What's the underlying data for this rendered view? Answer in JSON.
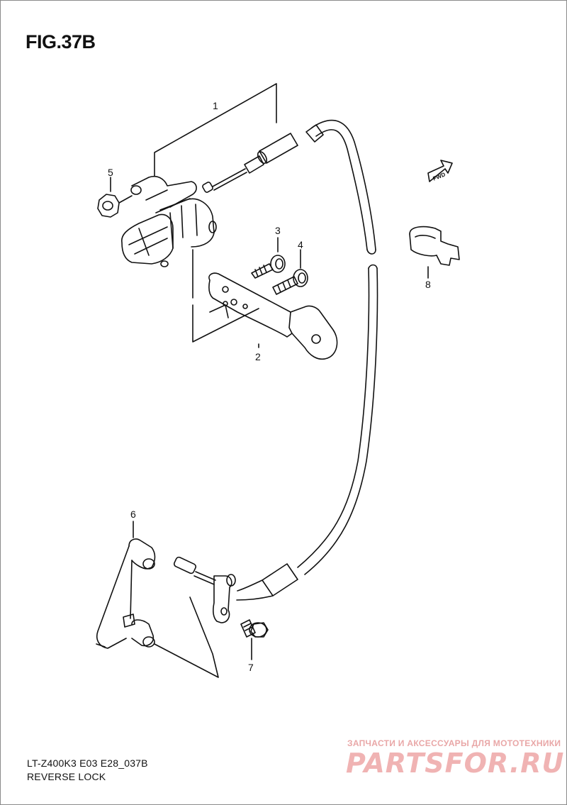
{
  "figure": {
    "title": "FIG.37B",
    "model_code": "LT-Z400K3 E03 E28_037B",
    "subtitle": "REVERSE LOCK",
    "fwd_label": "FWD"
  },
  "callouts": [
    {
      "id": "1",
      "label": "1"
    },
    {
      "id": "2",
      "label": "2"
    },
    {
      "id": "3",
      "label": "3"
    },
    {
      "id": "4",
      "label": "4"
    },
    {
      "id": "5",
      "label": "5"
    },
    {
      "id": "6",
      "label": "6"
    },
    {
      "id": "7",
      "label": "7"
    },
    {
      "id": "8",
      "label": "8"
    }
  ],
  "watermark": {
    "tagline": "ЗАПЧАСТИ И АКСЕССУАРЫ ДЛЯ МОТОТЕХНИКИ",
    "brand": "PARTSFOR.RU"
  },
  "colors": {
    "line": "#111111",
    "watermark": "#f0b3b3"
  }
}
